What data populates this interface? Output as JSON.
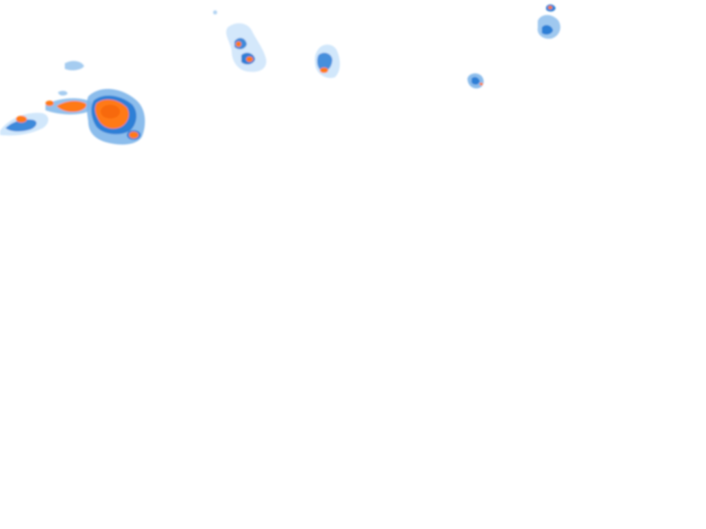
{
  "map": {
    "layer_type": "precipitation-radar-overlay",
    "background": "#ffffff",
    "palette": {
      "light": "#cfe6fb",
      "medium": "#7fb6ea",
      "strong": "#2f7fd6",
      "heavy": "#ff7a12",
      "heavy_core": "#f25d05"
    },
    "cells": [
      {
        "id": "cell-a",
        "intensity": "light"
      },
      {
        "id": "cell-b",
        "intensity": "heavy"
      },
      {
        "id": "cell-c",
        "intensity": "heavy"
      },
      {
        "id": "cell-d",
        "intensity": "heavy"
      },
      {
        "id": "cell-e",
        "intensity": "moderate"
      },
      {
        "id": "cell-f",
        "intensity": "moderate"
      },
      {
        "id": "cell-g",
        "intensity": "moderate"
      },
      {
        "id": "cell-h",
        "intensity": "moderate"
      }
    ]
  }
}
